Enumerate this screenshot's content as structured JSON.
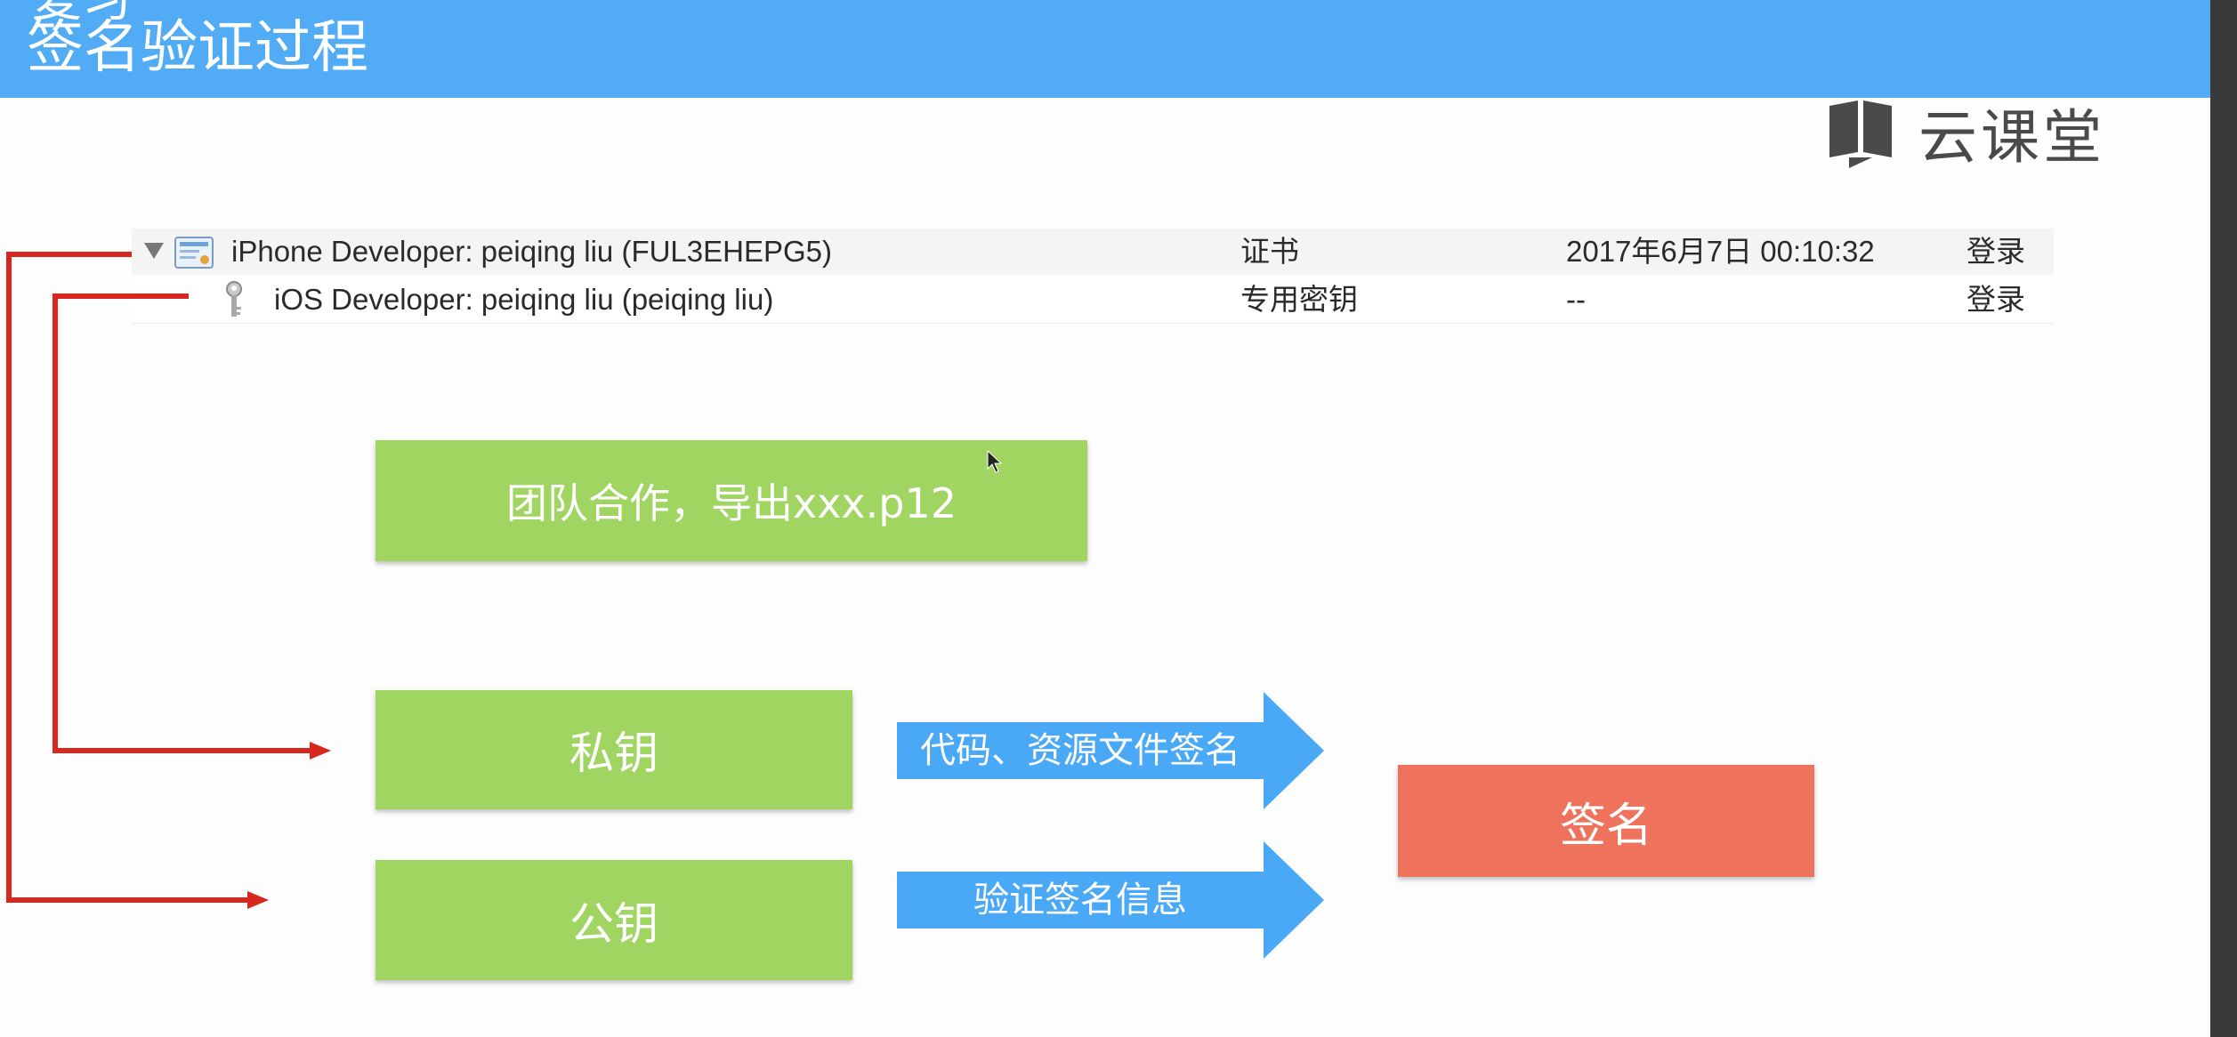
{
  "slide": {
    "header_top_text": "复习",
    "title": "签名验证过程",
    "logo_text": "云课堂"
  },
  "keychain": {
    "rows": [
      {
        "name": "iPhone Developer: peiqing liu (FUL3EHEPG5)",
        "kind": "证书",
        "date": "2017年6月7日 00:10:32",
        "keychain": "登录",
        "icon": "certificate-icon",
        "expanded": true
      },
      {
        "name": "iOS Developer: peiqing liu (peiqing liu)",
        "kind": "专用密钥",
        "date": "--",
        "keychain": "登录",
        "icon": "key-icon"
      }
    ]
  },
  "diagram": {
    "export_box": "团队合作，导出xxx.p12",
    "private_key": "私钥",
    "public_key": "公钥",
    "arrow_sign": "代码、资源文件签名",
    "arrow_verify": "验证签名信息",
    "signature": "签名"
  },
  "colors": {
    "header_bg": "#52acf5",
    "green_box": "#a1d562",
    "blue_arrow": "#4aa9f6",
    "signature_box": "#ef735c",
    "connector_red": "#d6281e"
  }
}
